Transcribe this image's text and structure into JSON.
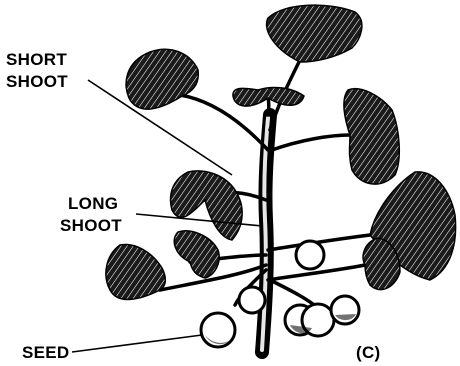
{
  "labels": {
    "short_shoot_line1": "SHORT",
    "short_shoot_line2": "SHOOT",
    "long_shoot_line1": "LONG",
    "long_shoot_line2": "SHOOT",
    "seed": "SEED",
    "panel": "(C)"
  },
  "colors": {
    "ink": "#000000",
    "paper": "#ffffff"
  }
}
